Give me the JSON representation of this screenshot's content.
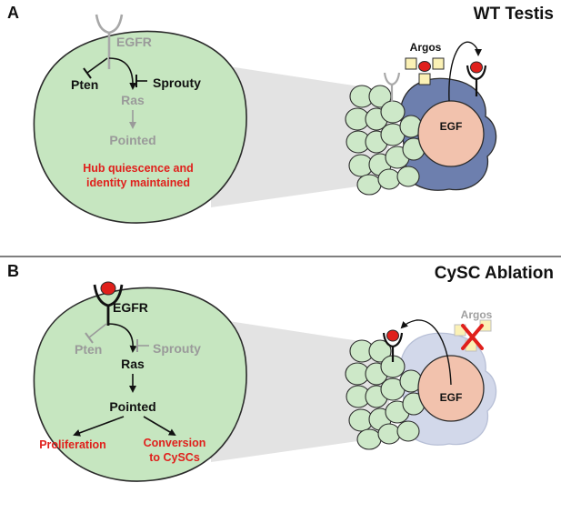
{
  "panels": [
    {
      "letter": "A",
      "title": "WT Testis",
      "receptor": "EGFR",
      "pten": "Pten",
      "sprouty": "Sprouty",
      "ras": "Ras",
      "pointed": "Pointed",
      "outcome_line1": "Hub quiescence and",
      "outcome_line2": "identity maintained",
      "argos": "Argos",
      "egf": "EGF"
    },
    {
      "letter": "B",
      "title": "CySC Ablation",
      "receptor": "EGFR",
      "pten": "Pten",
      "sprouty": "Sprouty",
      "ras": "Ras",
      "pointed": "Pointed",
      "outcome_left": "Proliferation",
      "outcome_right_line1": "Conversion",
      "outcome_right_line2": "to CySCs",
      "argos": "Argos",
      "egf": "EGF"
    }
  ],
  "colors": {
    "cell_fill": "#c6e6c0",
    "cell_stroke": "#2b2b2b",
    "hub_fill": "#cde8c8",
    "cyst_dark": "#6d7fae",
    "cyst_light": "#d2d8ea",
    "egf_nucleus": "#f2c2ad",
    "ligand_red": "#e0201c",
    "argos_yellow": "#fbf1b5",
    "inactive_grey": "#9a9a9a",
    "outcome_red": "#e0201c",
    "projection_grey": "#e3e3e3"
  }
}
